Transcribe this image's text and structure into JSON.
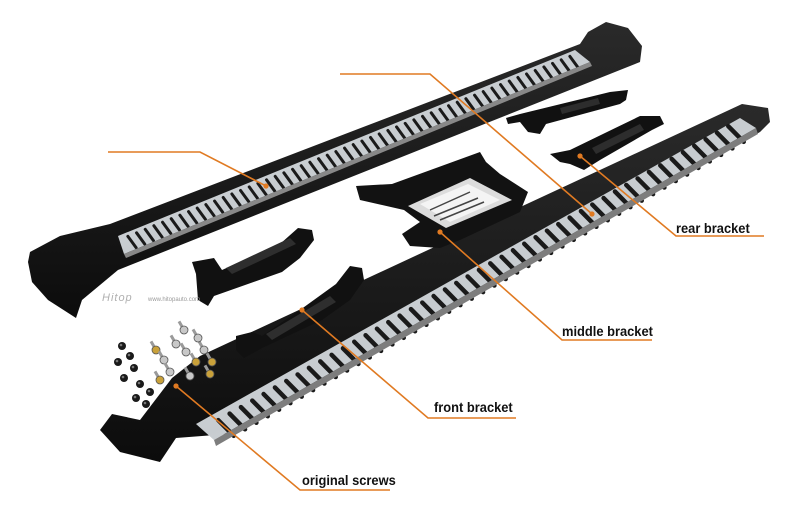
{
  "callouts": {
    "rear_bracket": "rear bracket",
    "middle_bracket": "middle bracket",
    "front_bracket": "front bracket",
    "original_screws": "original screws"
  },
  "watermark": {
    "brand": "Hitop",
    "site": "www.hitopauto.com"
  },
  "colors": {
    "leader_line": "#e07a22",
    "bar_black": "#151515",
    "aluminium": "#cfd3d6",
    "background": "#ffffff"
  }
}
